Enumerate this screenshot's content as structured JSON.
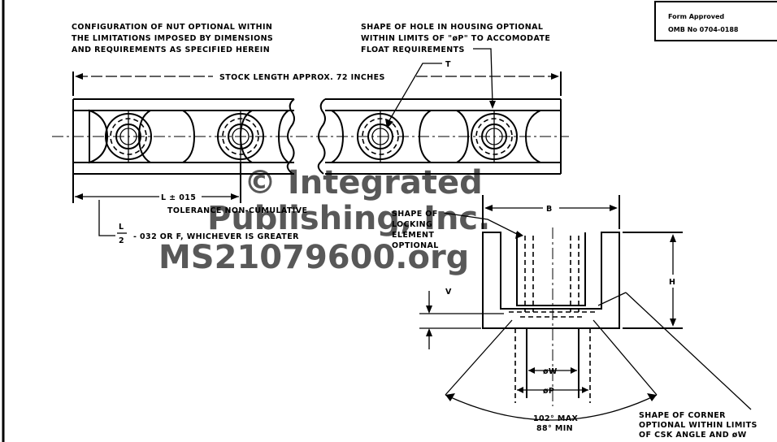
{
  "notes": {
    "config_line1": "CONFIGURATION OF NUT OPTIONAL WITHIN",
    "config_line2": "THE LIMITATIONS IMPOSED BY DIMENSIONS",
    "config_line3": "AND REQUIREMENTS AS SPECIFIED HEREIN",
    "hole_line1": "SHAPE OF HOLE IN HOUSING OPTIONAL",
    "hole_line2": "WITHIN LIMITS OF \"øP\" TO ACCOMODATE",
    "hole_line3": "FLOAT REQUIREMENTS",
    "form_line1": "Form Approved",
    "form_line2": "OMB No  0704-0188",
    "stock_length": "STOCK LENGTH APPROX. 72 INCHES",
    "t_label": "T",
    "l_dim": "L ± 015",
    "tolerance": "TOLERANCE NON-CUMULATIVE",
    "half_l_num": "L",
    "half_l_den": "2",
    "half_l_text": "- 032 OR F, WHICHEVER IS GREATER",
    "locking_line1": "SHAPE OF",
    "locking_line2": "LOCKING",
    "locking_line3": "ELEMENT",
    "locking_line4": "OPTIONAL",
    "b_label": "B",
    "h_label": "H",
    "v_label": "V",
    "w_label": "øW",
    "p_label": "øP",
    "angle_line1": "102° MAX",
    "angle_line2": "88° MIN",
    "corner_line1": "SHAPE OF CORNER",
    "corner_line2": "OPTIONAL WITHIN LIMITS",
    "corner_line3": "OF CSK ANGLE AND øW"
  },
  "watermark": {
    "line1": "© Integrated",
    "line2": "Publishing, Inc.",
    "line3": "MS21079600.org"
  }
}
